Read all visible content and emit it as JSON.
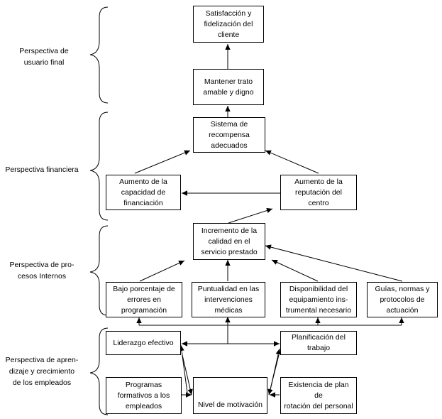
{
  "perspectives": {
    "usuario": "Perspectiva de\nusuario final",
    "financiera": "Perspectiva financiera",
    "procesos": "Perspectiva de pro-\ncesos Internos",
    "aprendizaje": "Perspectiva de apren-\ndizaje y crecimiento\nde los empleados"
  },
  "boxes": {
    "satisfaccion": "Satisfacción y\nfidelización del\ncliente",
    "mantener_trato": "Mantener trato\namable y digno",
    "sistema_recompensa": "Sistema de\nrecompensa\nadecuados",
    "aumento_financiacion": "Aumento de la\ncapacidad de\nfinanciación",
    "aumento_reputacion": "Aumento de la\nreputación del centro",
    "incremento_calidad": "Incremento de la\ncalidad en el\nservicio prestado",
    "bajo_porcentaje": "Bajo porcentaje de\nerrores en\nprogramación",
    "puntualidad": "Puntualidad en las\nintervenciones\nmédicas",
    "disponibilidad": "Disponibilidad del\nequipamiento ins-\ntrumental necesario",
    "guias": "Guías, normas y\nprotocolos de\nactuación",
    "liderazgo": "Liderazgo efectivo",
    "planificacion": "Planificación del\ntrabajo",
    "programas": "Programas\nformativos a los\nempleados",
    "motivacion": "Nivel de motivación",
    "existencia_plan": "Existencia de plan de\nrotación del personal"
  }
}
